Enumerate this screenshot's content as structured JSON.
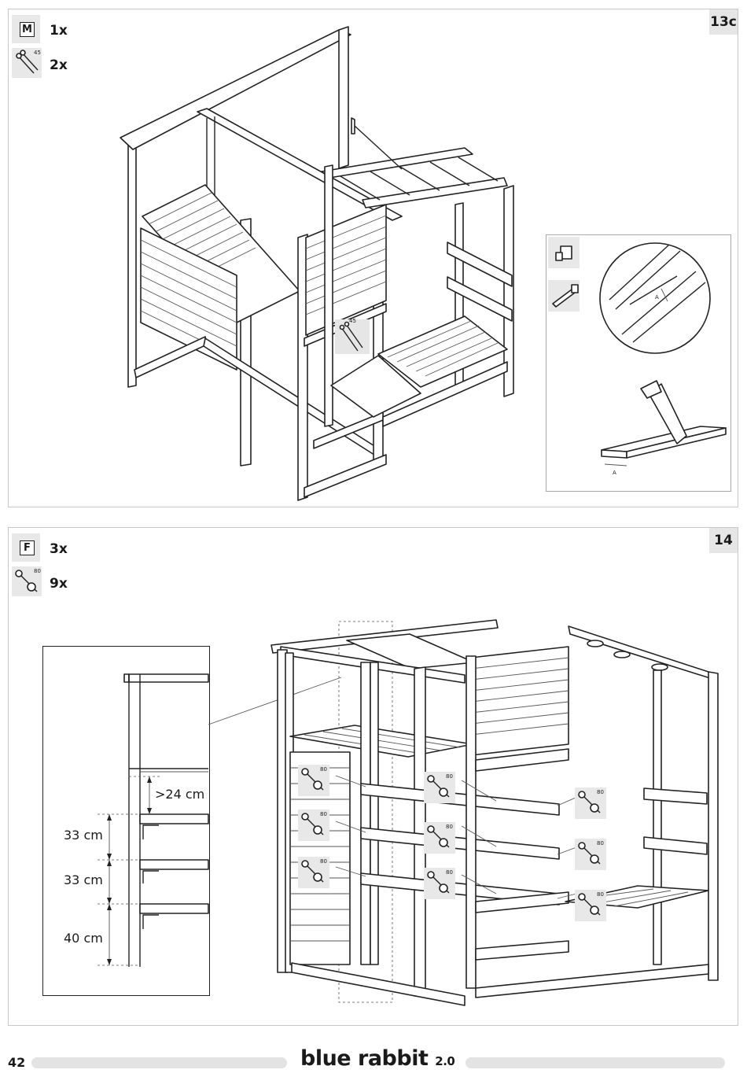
{
  "step_a": {
    "number": "13c",
    "parts": [
      {
        "icon": "board-m-icon",
        "letter": "M",
        "qty": "1x"
      },
      {
        "icon": "screw-45-icon",
        "size": "45",
        "qty": "2x"
      }
    ],
    "callout_screw_size": "45",
    "detail": {
      "cut_label": "A",
      "cut_label_board": "A",
      "tools": [
        "square-tool-icon",
        "saw-icon"
      ]
    }
  },
  "step_b": {
    "number": "14",
    "parts": [
      {
        "icon": "board-f-icon",
        "letter": "F",
        "qty": "3x"
      },
      {
        "icon": "screw-80-icon",
        "size": "80",
        "qty": "9x"
      }
    ],
    "screw_callout_size": "80",
    "dimensions": [
      ">24 cm",
      "33 cm",
      "33 cm",
      "40 cm"
    ]
  },
  "footer": {
    "page_number": "42",
    "brand": "blue rabbit",
    "brand_version": "2.0"
  }
}
